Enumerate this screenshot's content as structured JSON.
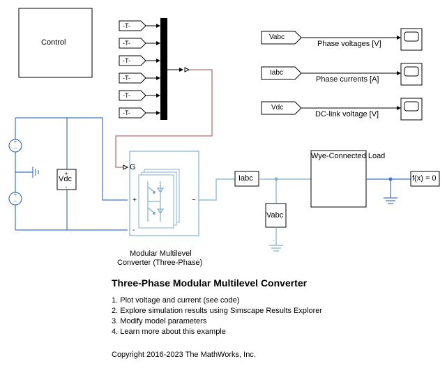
{
  "blocks": {
    "control": "Control",
    "goto_tags": [
      "-T-",
      "-T-",
      "-T-",
      "-T-",
      "-T-",
      "-T-"
    ],
    "vdc_meas": "Vdc",
    "mmc_gate_port": "G",
    "mmc_name": [
      "Modular Multilevel",
      "Converter (Three-Phase)"
    ],
    "iabc_sensor": "Iabc",
    "vabc_sensor": "Vabc",
    "load_name": "Wye-Connected Load",
    "solver": "f(x) = 0",
    "scopes": [
      {
        "from_tag": "Vabc",
        "signal": "Phase voltages [V]"
      },
      {
        "from_tag": "Iabc",
        "signal": "Phase currents [A]"
      },
      {
        "from_tag": "Vdc",
        "signal": "DC-link voltage [V]"
      }
    ]
  },
  "annotation": {
    "title": "Three-Phase Modular Multilevel Converter",
    "steps": [
      "1. Plot voltage and current (see code)",
      "2. Explore simulation results using Simscape Results Explorer",
      "3. Modify model parameters",
      "4. Learn more about this example"
    ],
    "copyright": "Copyright 2016-2023 The MathWorks, Inc."
  },
  "colors": {
    "electrical": "#3d73c4",
    "converter": "#7fb0cf",
    "signal": "#9a4a4a",
    "block_border": "#000000"
  }
}
